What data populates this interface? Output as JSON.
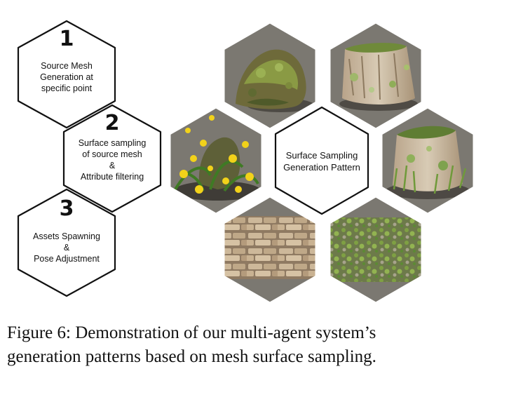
{
  "steps": [
    {
      "number": "1",
      "lines": [
        "Source Mesh",
        "Generation at",
        "specific point"
      ]
    },
    {
      "number": "2",
      "lines": [
        "Surface sampling",
        "of source mesh",
        "&",
        "Attribute filtering"
      ]
    },
    {
      "number": "3",
      "lines": [
        "Assets Spawning",
        "&",
        "Pose Adjustment"
      ]
    }
  ],
  "center": {
    "lines": [
      "Surface Sampling",
      "Generation Pattern"
    ]
  },
  "caption": {
    "line1": "Figure 6: Demonstration of our multi-agent system’s",
    "line2": "generation patterns based on mesh surface sampling."
  }
}
